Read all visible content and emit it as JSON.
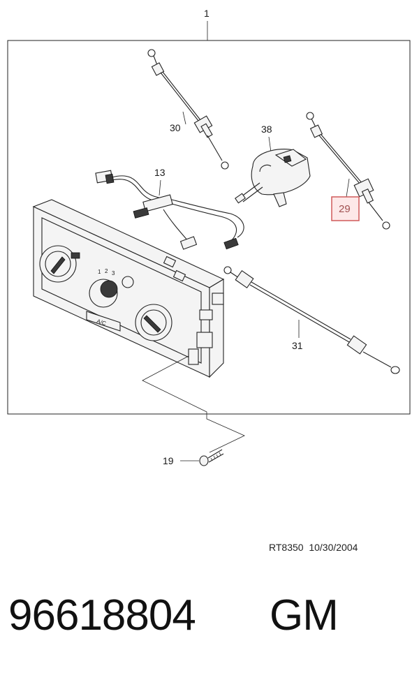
{
  "callouts": {
    "assembly": "1",
    "cable_upper_left": "30",
    "blower_actuator": "38",
    "wire_harness": "13",
    "cable_right_highlighted": "29",
    "cable_lower": "31",
    "screw": "19"
  },
  "panel": {
    "ac_button": "A/C",
    "fan_speeds": [
      "1",
      "2",
      "3"
    ]
  },
  "footer": {
    "ref_code": "RT8350  10/30/2004",
    "part_number": "96618804",
    "brand": "GM"
  },
  "colors": {
    "highlight_box": "#d05a5a",
    "highlight_text": "#a05050"
  }
}
